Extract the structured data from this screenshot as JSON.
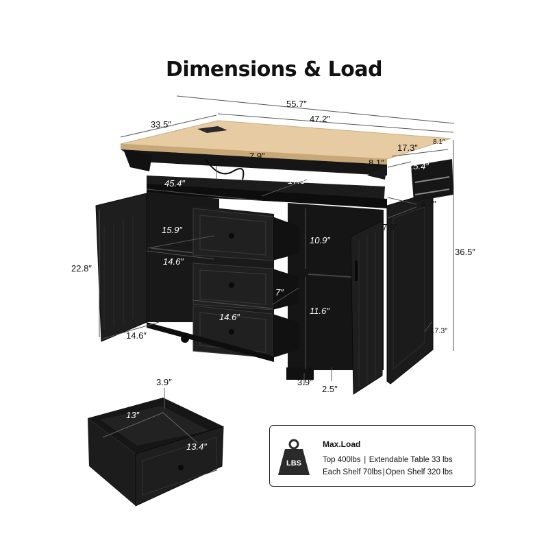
{
  "title": "Dimensions & Load",
  "dimensions": {
    "overall_width": "55.7″",
    "top_width": "47.2″",
    "depth": "33.5″",
    "ext_depth_a": "17.3″",
    "ext_depth_b": "8.1″",
    "ext_inner_a": "8.1″",
    "ext_inner_b": "15.4″",
    "divider_width": "7.9″",
    "shelf_width": "45.4″",
    "shelf_depth": "17.3″",
    "side_depth_a": "4.7″",
    "side_depth_b": "7.9″",
    "height": "36.5″",
    "cabinet_height": "22.8″",
    "cabinet_shelf": "15.9″",
    "cabinet_depth_1": "14.6″",
    "cabinet_depth_2": "14.6″",
    "drawer_width": "14.6″",
    "drawer_height": "7″",
    "right_upper": "10.9″",
    "right_lower": "11.6″",
    "side_height": "17.3″",
    "caster_gap": "3.9″",
    "caster_height": "2.5″",
    "drawer_depth_top": "3.9″",
    "drawer_inner_w": "13″",
    "drawer_inner_d": "13.4″"
  },
  "load": {
    "icon_label": "LBS",
    "title": "Max.Load",
    "line1": "Top 400lbs ∣ Extendable Table 33 lbs",
    "line2": "Each Shelf 70lbs∣Open Shelf 320 lbs"
  }
}
